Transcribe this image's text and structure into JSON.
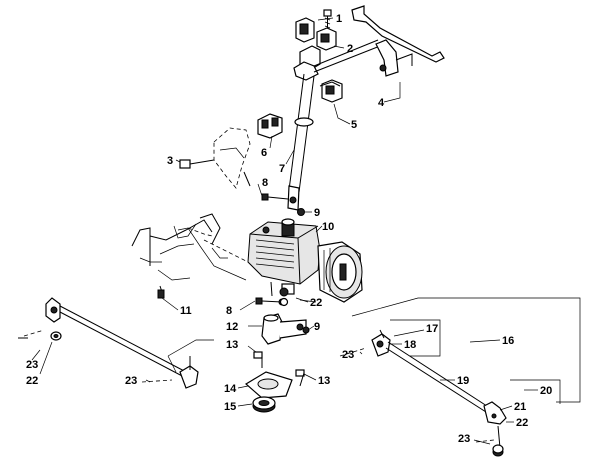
{
  "callouts": {
    "c1": "1",
    "c2": "2",
    "c3": "3",
    "c4": "4",
    "c5": "5",
    "c6": "6",
    "c7": "7",
    "c8a": "8",
    "c8b": "8",
    "c9a": "9",
    "c9b": "9",
    "c10": "10",
    "c11": "11",
    "c12": "12",
    "c13a": "13",
    "c13b": "13",
    "c14": "14",
    "c15": "15",
    "c16": "16",
    "c17": "17",
    "c18": "18",
    "c19": "19",
    "c20": "20",
    "c21": "21",
    "c22a": "22",
    "c22b": "22",
    "c22c": "22",
    "c23a": "23",
    "c23b": "23",
    "c23c": "23",
    "c23d": "23"
  }
}
